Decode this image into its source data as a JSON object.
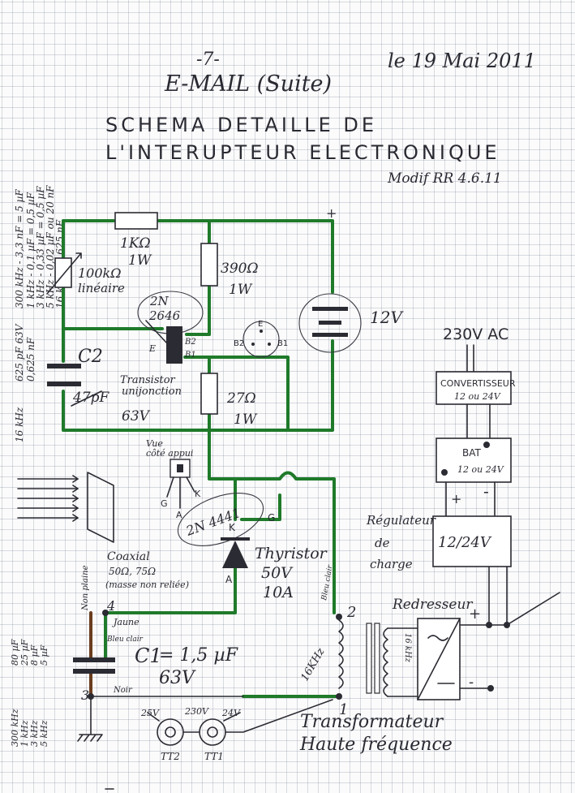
{
  "header": {
    "page_number": "-7-",
    "title": "E-MAIL (Suite)",
    "date": "le 19 Mai 2011",
    "heading_line1": "SCHEMA DETAILLE DE",
    "heading_line2": "L'INTERUPTEUR ELECTRONIQUE",
    "modification": "Modif RR 4.6.11"
  },
  "side_notes": {
    "freq_caps_top": [
      "300 kHz - 3,3 nF = 5 µF",
      "1 kHz - 0,1 µF = 0,5 µF",
      "3 kHz - 0,33 µF = 0,5 µF",
      "5 kHz - 0,02 µF ou 20 nF",
      "16 kHz - 0,625 nF"
    ],
    "freq_cap_c2": [
      "16 kHz",
      "625 pF 63V",
      "0,625 nF"
    ],
    "freq_caps_bottom": [
      "300 kHz",
      "1 kHz",
      "3 kHz",
      "5 kHz"
    ],
    "cap_values_bottom": [
      "80 µF",
      "25 µF",
      "8 µF",
      "5 µF"
    ]
  },
  "components": {
    "r_1k": {
      "value": "1KΩ",
      "power": "1W"
    },
    "pot": {
      "value": "100kΩ",
      "type": "linéaire"
    },
    "r_390": {
      "value": "390Ω",
      "power": "1W"
    },
    "r_27": {
      "value": "27Ω",
      "power": "1W"
    },
    "ujt": {
      "ref_line1": "2N",
      "ref_line2": "2646",
      "label_line1": "Transistor",
      "label_line2": "unijonction",
      "pin_e": "E",
      "pin_b1": "B1",
      "pin_b2": "B2"
    },
    "ujt_pinout": {
      "e": "E",
      "b2": "B2",
      "b1": "B1"
    },
    "c2": {
      "name": "C2",
      "value": "47pF",
      "voltage": "63V"
    },
    "battery": {
      "voltage": "12V",
      "plus": "+"
    },
    "thyristor": {
      "ref": "2N 4441",
      "label": "Thyristor",
      "voltage": "50V",
      "current": "10A",
      "k": "K",
      "g": "G",
      "a": "A"
    },
    "pin_labels": {
      "g": "G",
      "a": "A",
      "k": "K"
    },
    "photo_sensor": {
      "label_line1": "Vue",
      "label_line2": "côté appui"
    },
    "coax": {
      "label_line1": "Coaxial",
      "label_line2": "50Ω, 75Ω",
      "label_line3": "(masse non reliée)"
    },
    "c1": {
      "name": "C1",
      "value": "= 1,5 µF",
      "voltage": "63V"
    },
    "wire_labels": {
      "plaine": "Non plaine",
      "jaune": "Jaune",
      "bleu_clair": "Bleu clair",
      "noir": "Noir",
      "bleu_clair2": "Bleu clair"
    },
    "nodes": {
      "n4": "4",
      "n3": "3",
      "n2": "2",
      "n1": "1"
    },
    "transformer": {
      "label_line1": "Transformateur",
      "label_line2": "Haute fréquence",
      "freq": "16KHz",
      "freq2": "16 kHz"
    },
    "rectifier": {
      "label": "Redresseur",
      "plus": "+",
      "minus": "-"
    },
    "test_points": {
      "tt2": "TT2",
      "tt1": "TT1",
      "v25": "25V",
      "v230": "230V",
      "v24": "24V"
    }
  },
  "right_panel": {
    "mains": "230V AC",
    "converter_line1": "CONVERTISSEUR",
    "converter_line2": "12 ou 24V",
    "battery_line1": "BAT",
    "battery_line2": "12 ou 24V",
    "reg_plus": "+",
    "reg_minus": "-",
    "regulator_label_line1": "Régulateur",
    "regulator_label_line2": "de",
    "regulator_label_line3": "charge",
    "regulator_value": "12/24V"
  },
  "colors": {
    "wire_green": "#1f7a2a",
    "ink": "#2b2b33",
    "brown": "#6a3d1e",
    "grid": "#c5cbd6"
  }
}
